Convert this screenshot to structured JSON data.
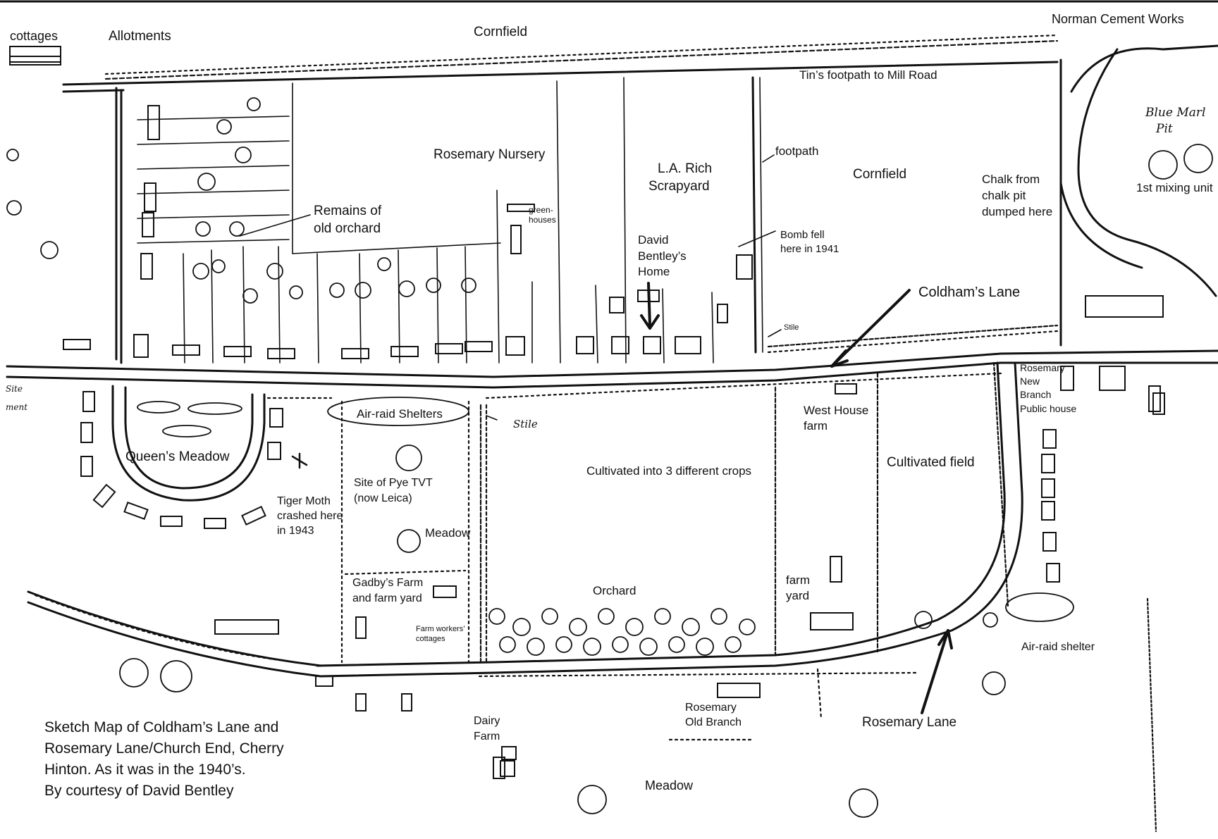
{
  "map": {
    "labels": {
      "cottages": "cottages",
      "allotments": "Allotments",
      "cornfield_top": "Cornfield",
      "norman_cement_works": "Norman Cement Works",
      "tins_footpath": "Tin’s footpath to Mill Road",
      "rosemary_nursery": "Rosemary Nursery",
      "la_rich_1": "L.A. Rich",
      "la_rich_2": "Scrapyard",
      "footpath": "footpath",
      "cornfield_mid": "Cornfield",
      "chalk_1": "Chalk from",
      "chalk_2": "chalk pit",
      "chalk_3": "dumped here",
      "mixing_unit": "1st mixing unit",
      "remains_1": "Remains of",
      "remains_2": "old orchard",
      "greenhouses_1": "green-",
      "greenhouses_2": "houses",
      "bentley_1": "David",
      "bentley_2": "Bentley’s",
      "bentley_3": "Home",
      "bomb_1": "Bomb fell",
      "bomb_2": "here in 1941",
      "coldhams_lane": "Coldham’s Lane",
      "stile_1": "Stile",
      "rosemary_new_1": "Rosemary",
      "rosemary_new_2": "New",
      "rosemary_new_3": "Branch",
      "rosemary_new_4": "Public house",
      "air_raid_shelters": "Air-raid Shelters",
      "stile_2": "Stile",
      "west_house_1": "West House",
      "west_house_2": "farm",
      "queens_meadow": "Queen’s Meadow",
      "pye_1": "Site of Pye TVT",
      "pye_2": "(now Leica)",
      "crops": "Cultivated into 3 different crops",
      "cultivated_field": "Cultivated field",
      "tiger_1": "Tiger Moth",
      "tiger_2": "crashed here",
      "tiger_3": "in 1943",
      "meadow_mid": "Meadow",
      "farm_yard_1": "farm",
      "farm_yard_2": "yard",
      "gadby_1": "Gadby’s Farm",
      "gadby_2": "and farm yard",
      "orchard": "Orchard",
      "farm_workers_1": "Farm workers’",
      "farm_workers_2": "cottages",
      "air_raid_shelter": "Air-raid shelter",
      "rosemary_old_1": "Rosemary",
      "rosemary_old_2": "Old Branch",
      "rosemary_lane": "Rosemary Lane",
      "dairy_1": "Dairy",
      "dairy_2": "Farm",
      "meadow_bottom": "Meadow",
      "site_left_1": "Site",
      "site_left_2": "ment",
      "pit_handwritten_1": "Blue Marl",
      "pit_handwritten_2": "Pit"
    },
    "caption": {
      "line1": "Sketch Map of Coldham’s Lane and",
      "line2": "Rosemary Lane/Church End, Cherry",
      "line3": "Hinton.  As it was in the 1940’s.",
      "line4": "By courtesy of David Bentley"
    }
  }
}
